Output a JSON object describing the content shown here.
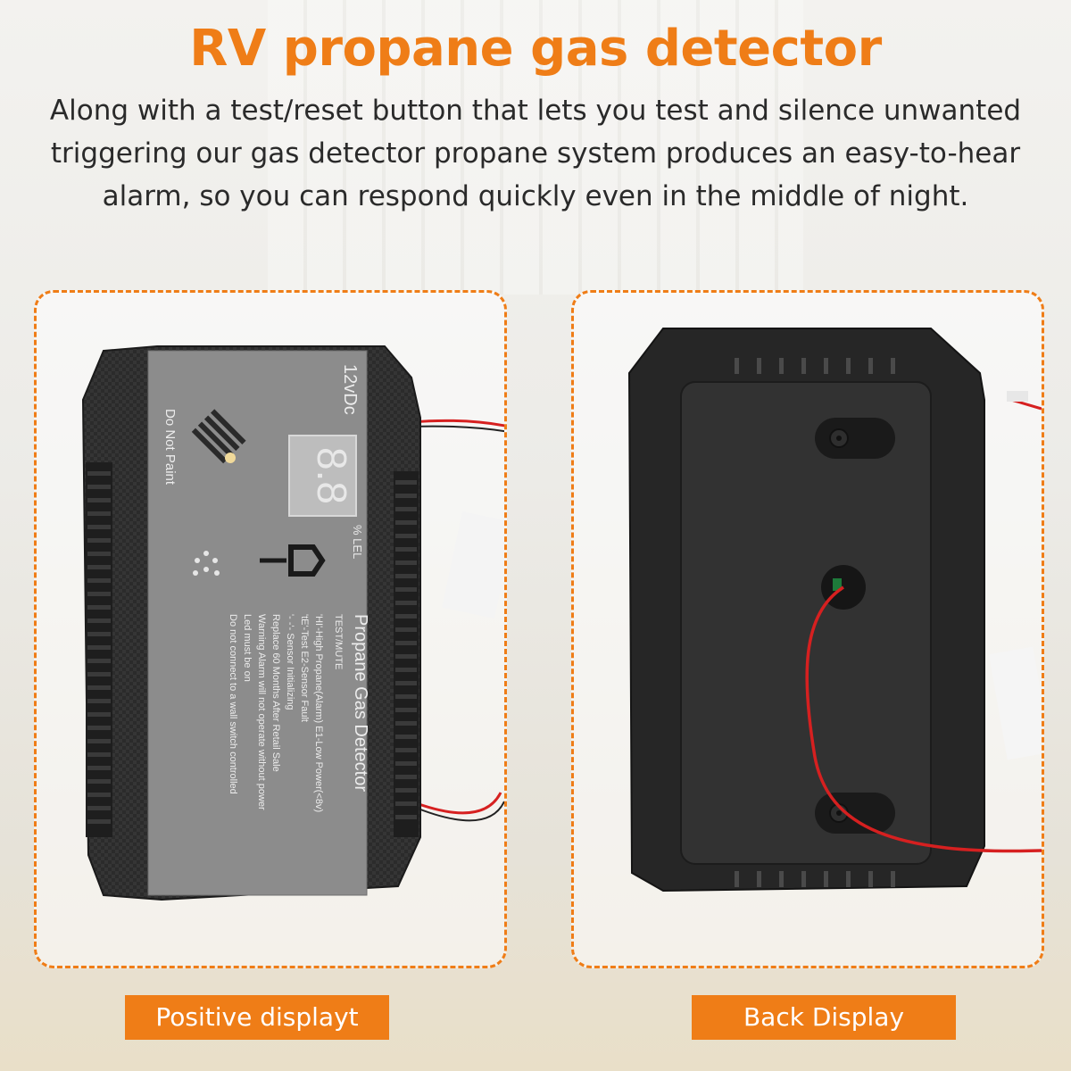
{
  "header": {
    "title": "RV propane gas detector",
    "description": "Along with a test/reset button that lets you test and silence unwanted triggering our gas detector propane system produces an easy-to-hear alarm, so you can respond quickly even in the middle of night."
  },
  "front_device": {
    "voltage": "12vDc",
    "do_not_paint": "Do Not Paint",
    "display_digits": "8.8",
    "unit": "% LEL",
    "test_mute": "TEST/MUTE",
    "product_name": "Propane Gas Detector",
    "legend": [
      "'HI'-High Propane(Alarm)   E1-Low Power(<8v)",
      "'tE'-Test               E2-Sensor Fault",
      "'- -'- Sensor Initializing",
      "Replace 60 Months After Retail Sale",
      "Warning Alarm will not operate without power",
      "Led must be on",
      "Do not connect to a wall switch controlled"
    ]
  },
  "labels": {
    "front": "Positive displayt",
    "back": "Back Display"
  },
  "colors": {
    "accent": "#ef7d17",
    "device_body": "#2a2a2a",
    "face_plate": "#8c8c8c",
    "wire_red": "#d62020"
  }
}
